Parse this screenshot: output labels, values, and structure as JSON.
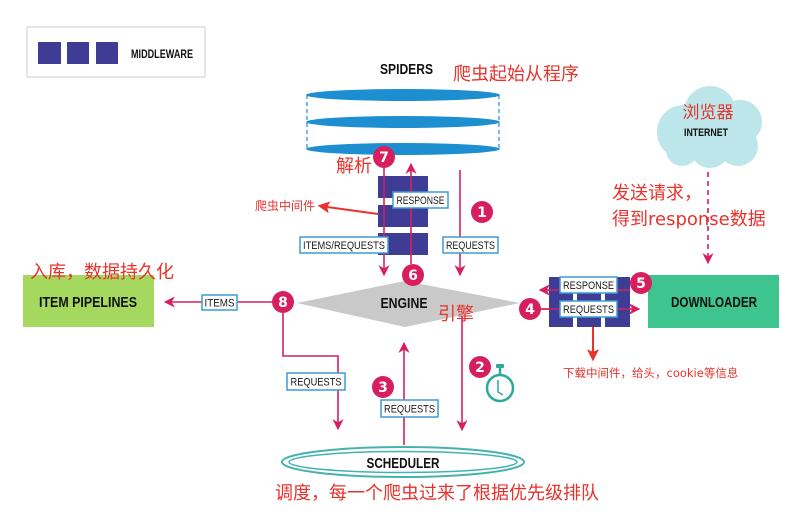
{
  "legend": {
    "label": "MIDDLEWARE"
  },
  "components": {
    "spiders": "SPIDERS",
    "engine": "ENGINE",
    "scheduler": "SCHEDULER",
    "downloader": "DOWNLOADER",
    "item_pipelines": "ITEM PIPELINES",
    "internet": "INTERNET"
  },
  "flow_labels": {
    "spider_response": "RESPONSE",
    "spider_items_requests": "ITEMS/REQUESTS",
    "spider_requests": "REQUESTS",
    "pipeline_items": "ITEMS",
    "engine_to_scheduler_requests": "REQUESTS",
    "scheduler_to_engine_requests": "REQUESTS",
    "downloader_response": "RESPONSE",
    "downloader_requests": "REQUESTS"
  },
  "steps": [
    "1",
    "2",
    "3",
    "4",
    "5",
    "6",
    "7",
    "8"
  ],
  "annotations": {
    "spiders": "爬虫起始从程序",
    "parse": "解析",
    "spider_middleware": "爬虫中间件",
    "pipelines": "入库，数据持久化",
    "engine": "引擎",
    "browser": "浏览器",
    "send_request_line1": "发送请求，",
    "send_request_line2": "得到response数据",
    "downloader_middleware": "下载中间件，给头，cookie等信息",
    "scheduler": "调度，每一个爬虫过来了根据优先级排队"
  },
  "icons": {
    "timer": "stopwatch-icon",
    "internet": "cloud-icon"
  },
  "colors": {
    "step_badge": "#d81f5e",
    "middleware": "#3f3c96",
    "spiders": "#1d8fd1",
    "engine": "#c9c9c9",
    "item_pipelines": "#a5d85e",
    "downloader": "#3ec48e",
    "scheduler": "#45b3ad",
    "internet": "#bce6ea",
    "annotation_text": "#e8322c"
  }
}
